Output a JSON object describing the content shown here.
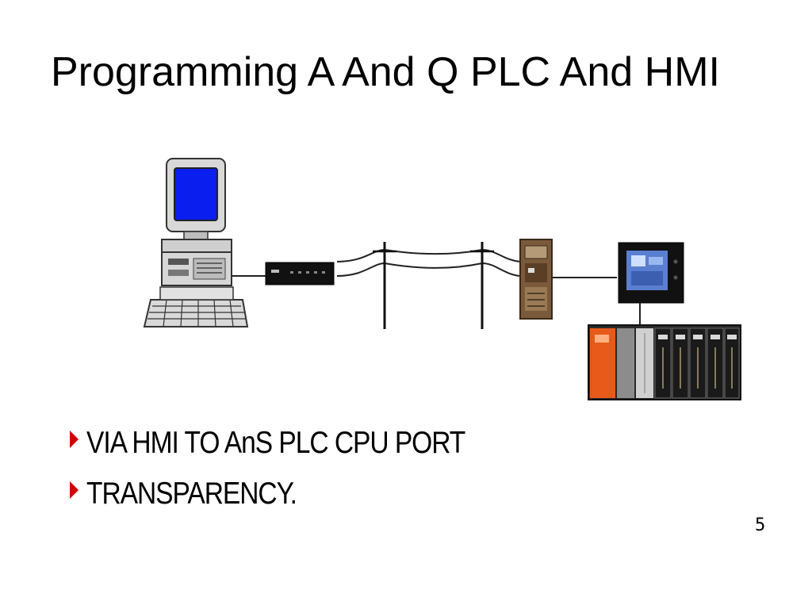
{
  "slide": {
    "title": "Programming A And Q PLC And HMI"
  },
  "bullets": [
    {
      "text": "VIA HMI TO AnS PLC CPU PORT"
    },
    {
      "text": "TRANSPARENCY."
    }
  ],
  "page_marker": "5",
  "colors": {
    "monitor_screen": "#0a1ef0",
    "plc_accent": "#e85a1a",
    "bullet_arrow": "#d00000"
  },
  "icons": [
    "computer-icon",
    "modem-icon",
    "utility-pole-icon",
    "plc-module-icon",
    "hmi-panel-icon",
    "plc-rack-icon",
    "arrow-bullet-icon"
  ]
}
